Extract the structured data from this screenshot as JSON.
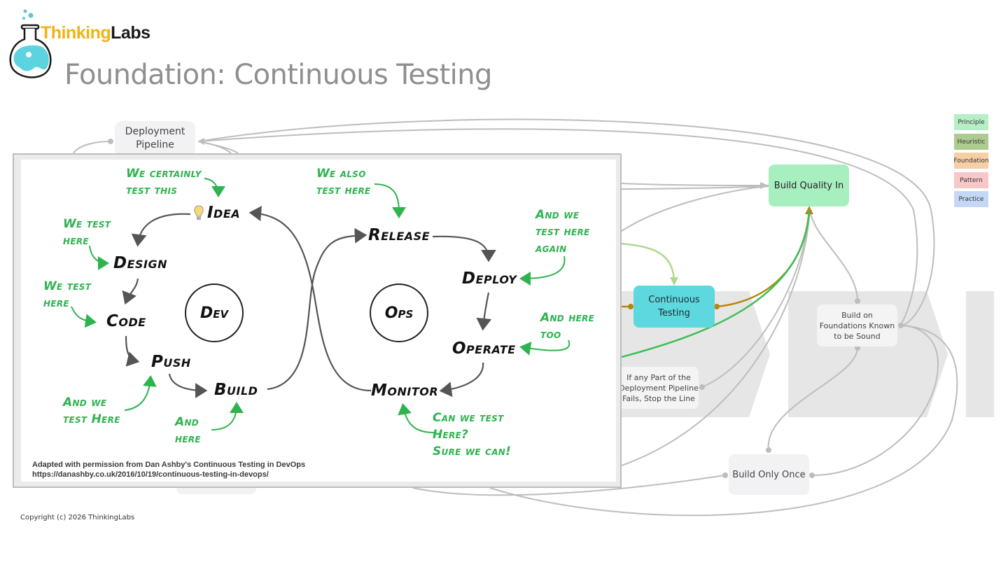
{
  "logo": {
    "brand_part1": "Thinking",
    "brand_part2": "Labs"
  },
  "page_title": "Foundation: Continuous Testing",
  "legend": [
    {
      "label": "Principle",
      "color": "#b6eec5"
    },
    {
      "label": "Heuristic",
      "color": "#aecb8f"
    },
    {
      "label": "Foundation",
      "color": "#f7cfa6"
    },
    {
      "label": "Pattern",
      "color": "#f8c7c9"
    },
    {
      "label": "Practice",
      "color": "#c4d8f5"
    }
  ],
  "nodes": {
    "deployment_pipeline": "Deployment Pipeline",
    "build_quality_in": "Build Quality In",
    "continuous_testing": "Continuous Testing",
    "build_on_foundations": "Build on Foundations Known to be Sound",
    "stop_the_line": "If any Part of the Deployment Pipeline Fails, Stop the Line",
    "build_only_once": "Build Only Once"
  },
  "colors": {
    "principle_green": "#a8efbf",
    "foundation_teal": "#5dd8df",
    "connector_gray": "#bdbdbd",
    "connector_gold": "#b5860e",
    "connector_green": "#3bbf55",
    "handwriting_green": "#2eb34f"
  },
  "devops_loop": {
    "dev_label": "Dev",
    "ops_label": "Ops",
    "stages": {
      "idea": "Idea",
      "design": "Design",
      "code": "Code",
      "push": "Push",
      "build": "Build",
      "release": "Release",
      "deploy": "Deploy",
      "operate": "Operate",
      "monitor": "Monitor"
    },
    "notes": {
      "idea_1": "We certainly",
      "idea_2": "test this",
      "release_1": "We also",
      "release_2": "test here",
      "design_1": "We test",
      "design_2": "here",
      "code_1": "We test",
      "code_2": "here",
      "deploy_1": "And we",
      "deploy_2": "test here",
      "deploy_3": "again",
      "operate_1": "And here",
      "operate_2": "too",
      "push_1": "And we",
      "push_2": "test Here",
      "build_1": "And",
      "build_2": "here",
      "monitor_1": "Can we test",
      "monitor_2": "Here?",
      "monitor_3": "Sure we can!"
    },
    "caption_line1": "Adapted with permission from Dan Ashby's Continuous Testing in DevOps",
    "caption_line2": "https://danashby.co.uk/2016/10/19/continuous-testing-in-devops/"
  },
  "copyright": "Copyright (c) 2026 ThinkingLabs"
}
